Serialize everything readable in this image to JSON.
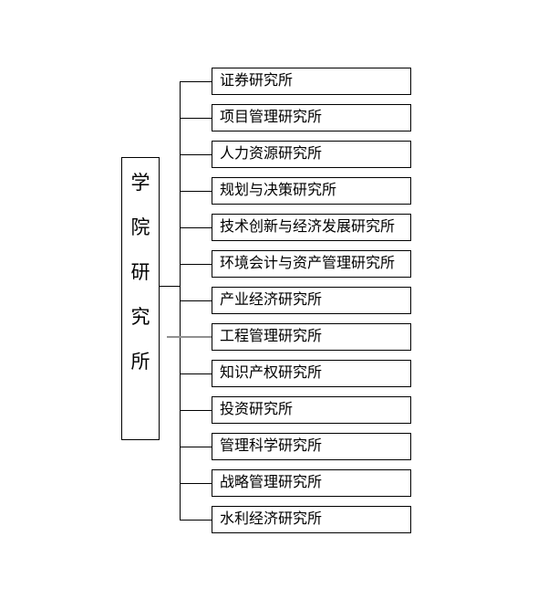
{
  "root": {
    "label": "学院研究所",
    "chars": [
      "学",
      "院",
      "研",
      "究",
      "所"
    ]
  },
  "institutes": [
    "证券研究所",
    "项目管理研究所",
    "人力资源研究所",
    "规划与决策研究所",
    "技术创新与经济发展研究所",
    "环境会计与资产管理研究所",
    "产业经济研究所",
    "工程管理研究所",
    "知识产权研究所",
    "投资研究所",
    "管理科学研究所",
    "战略管理研究所",
    "水利经济研究所"
  ],
  "colors": {
    "line": "#000000",
    "highlight_line": "#909090",
    "background": "#ffffff"
  }
}
